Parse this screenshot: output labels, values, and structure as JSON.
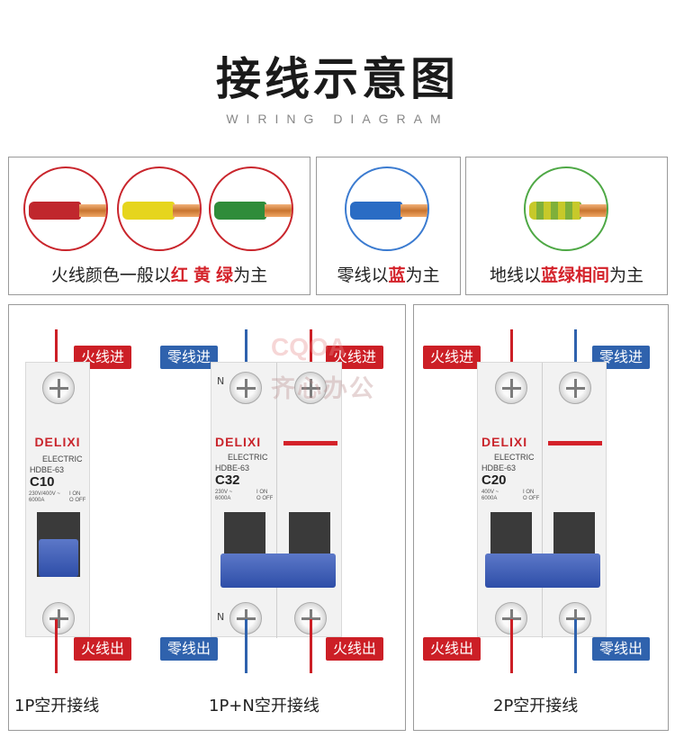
{
  "header": {
    "title": "接线示意图",
    "subtitle": "WIRING DIAGRAM"
  },
  "wire_panels": [
    {
      "caption_prefix": "火线颜色一般以",
      "highlight": [
        "红",
        "黄",
        "绿"
      ],
      "caption_suffix": "为主",
      "wires": [
        "red",
        "yellow",
        "green"
      ]
    },
    {
      "caption_prefix": "零线以",
      "highlight": [
        "蓝"
      ],
      "caption_suffix": "为主",
      "wires": [
        "blue"
      ]
    },
    {
      "caption_prefix": "地线以",
      "highlight": [
        "蓝绿相间"
      ],
      "caption_suffix": "为主",
      "wires": [
        "yellow-green"
      ]
    }
  ],
  "colors": {
    "red": "#cc1f26",
    "blue": "#2f62ad",
    "wire_red": "#c0272d",
    "wire_yellow": "#e6d51e",
    "wire_green": "#2f8c3a",
    "wire_blue": "#2a6cc4",
    "wire_ground": "#b9c92a"
  },
  "tags": {
    "live_in": "火线进",
    "neutral_in": "零线进",
    "live_out": "火线出",
    "neutral_out": "零线出"
  },
  "breakers": [
    {
      "brand": "DELIXI",
      "maker": "ELECTRIC",
      "model": "HDBE-63",
      "rating": "C10",
      "spec_line1": "230V/400V ~",
      "spec_line2": "6000A",
      "on": "I ON",
      "off": "O OFF",
      "caption": "1P空开接线"
    },
    {
      "brand": "DELIXI",
      "maker": "ELECTRIC",
      "model": "HDBE-63",
      "rating": "C32",
      "spec_line1": "230V ~",
      "spec_line2": "6000A",
      "on": "I ON",
      "off": "O OFF",
      "neutral_letter": "N",
      "caption": "1P+N空开接线"
    },
    {
      "brand": "DELIXI",
      "maker": "ELECTRIC",
      "model": "HDBE-63",
      "rating": "C20",
      "spec_line1": "400V ~",
      "spec_line2": "6000A",
      "on": "I ON",
      "off": "O OFF",
      "caption": "2P空开接线"
    }
  ],
  "watermark": {
    "logo": "CQOA",
    "text": "齐心办公"
  }
}
